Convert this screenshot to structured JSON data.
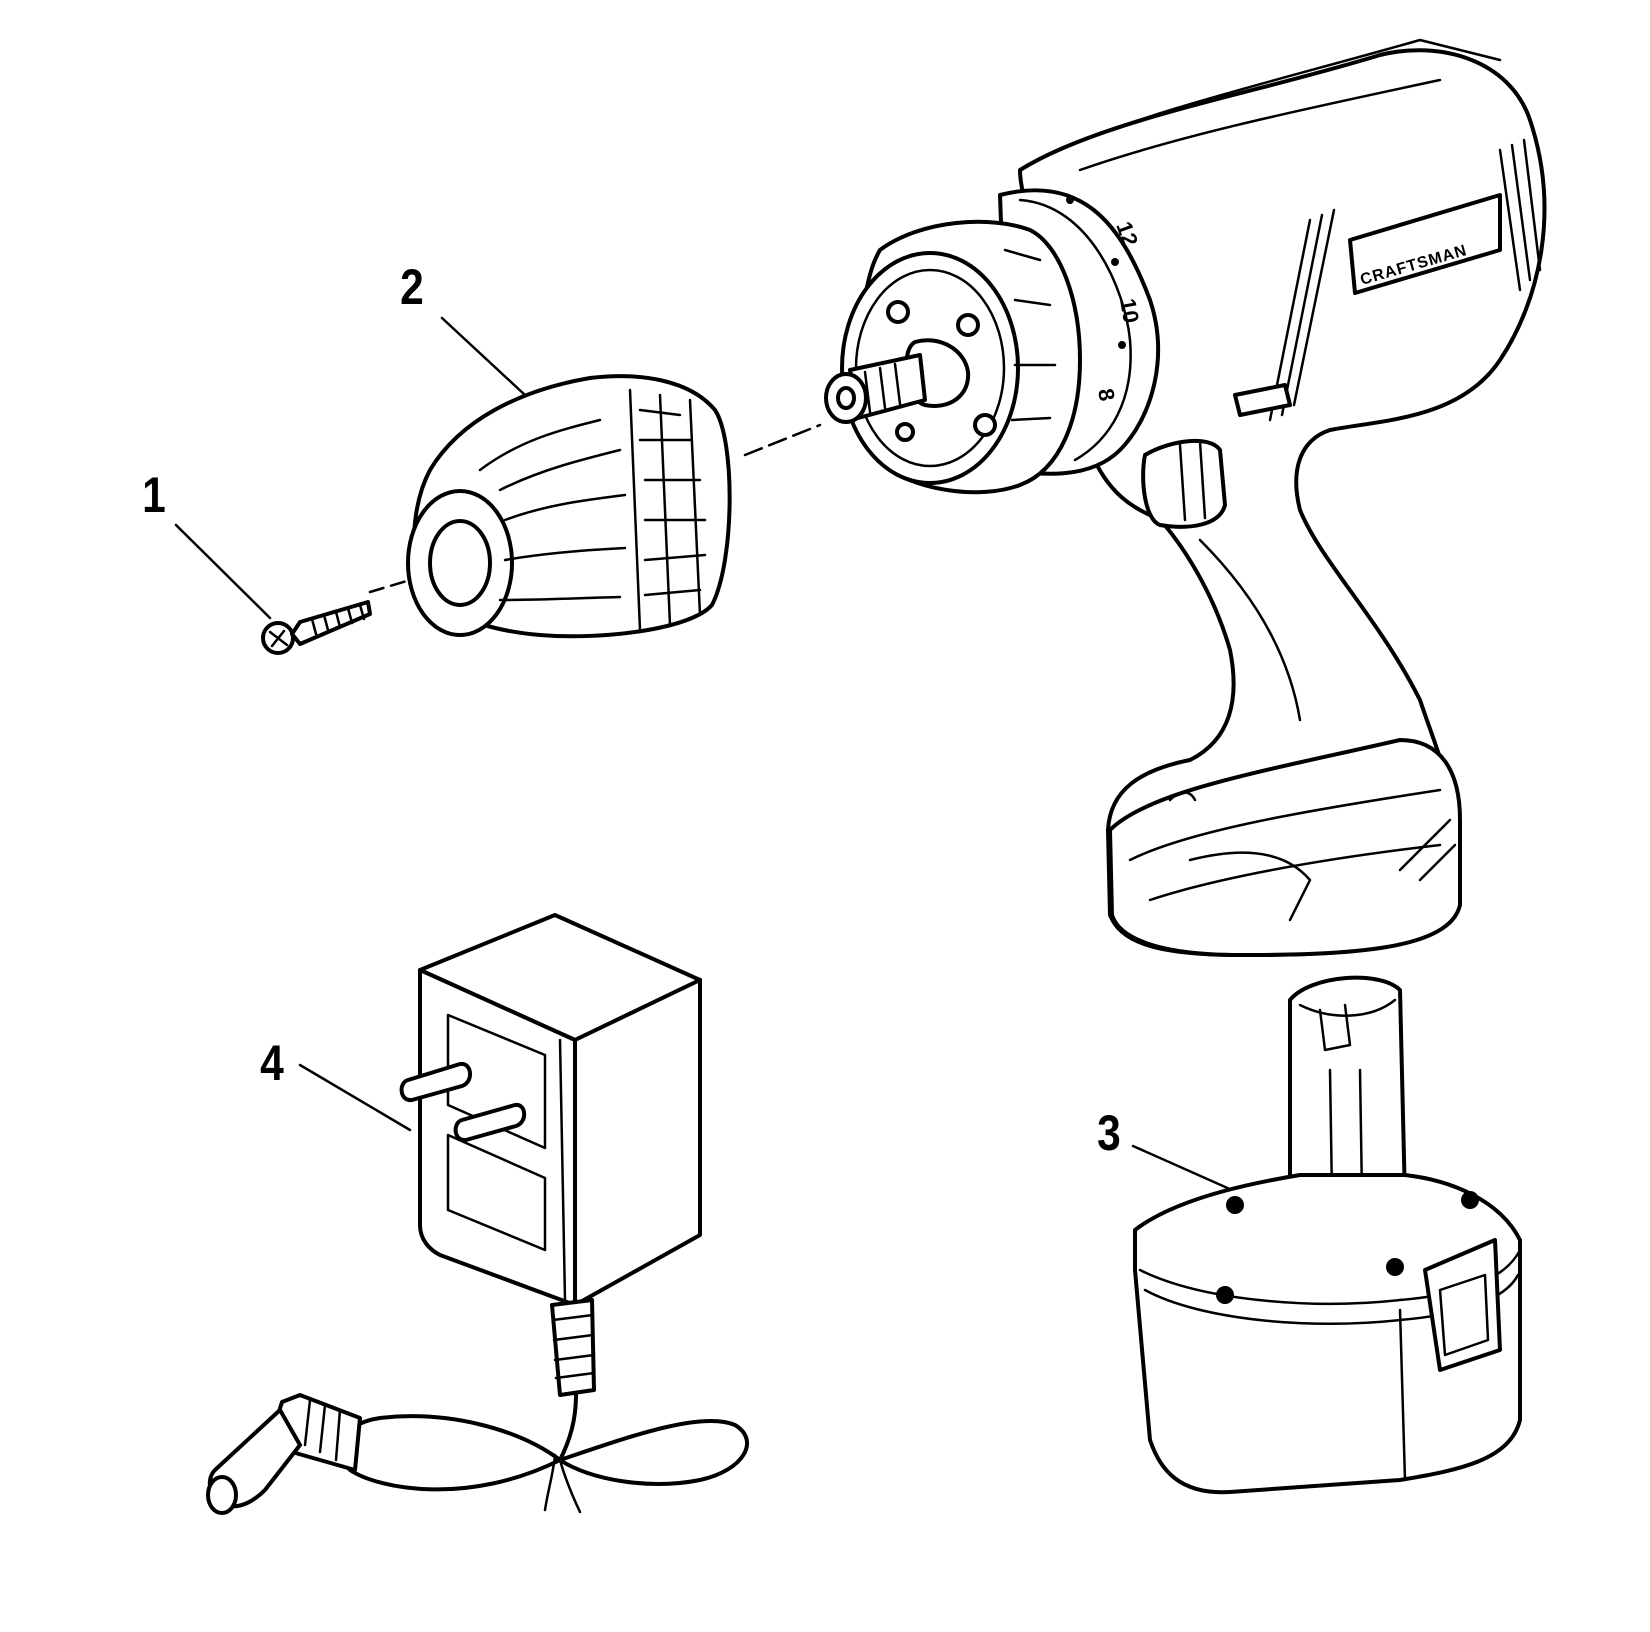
{
  "callouts": [
    {
      "id": "1",
      "label": "1",
      "part": "screw"
    },
    {
      "id": "2",
      "label": "2",
      "part": "chuck"
    },
    {
      "id": "3",
      "label": "3",
      "part": "battery-pack"
    },
    {
      "id": "4",
      "label": "4",
      "part": "charger"
    }
  ],
  "drill": {
    "brand_text": "CRAFTSMAN",
    "dial_numbers": [
      "8",
      "10",
      "12"
    ]
  }
}
